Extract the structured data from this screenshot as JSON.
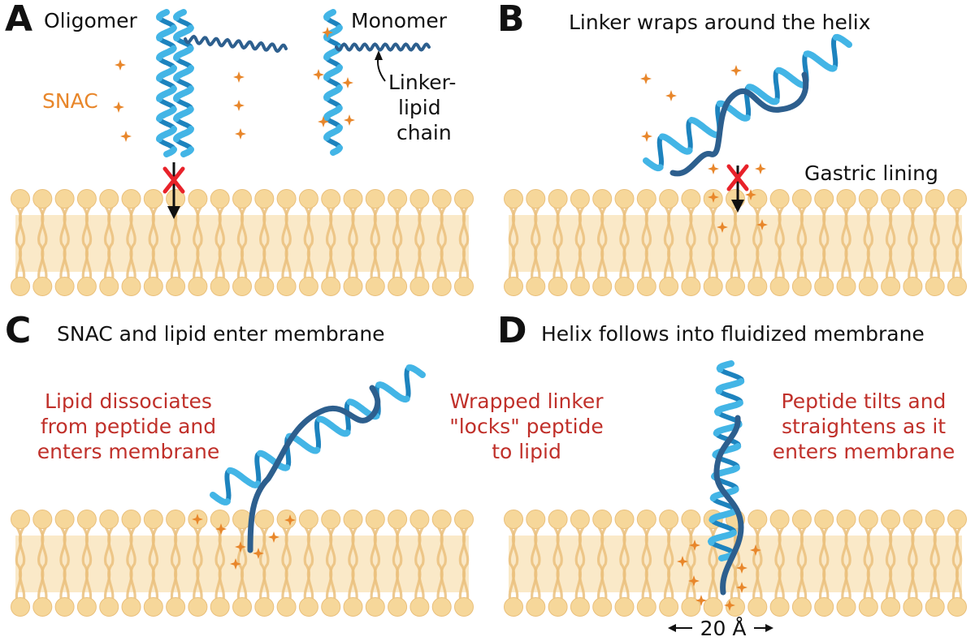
{
  "colors": {
    "membrane": "#F6D79A",
    "membrane_dark": "#EAC07C",
    "helix": "#43B5E6",
    "helix_dark": "#1D83BE",
    "linker": "#2D5F8E",
    "snac": "#E8862A",
    "red_text": "#C0302A",
    "block_x": "#E8222A"
  },
  "icons": [
    "snac-molecule",
    "helix",
    "lipid-bilayer",
    "blocked-arrow",
    "red-x"
  ],
  "panels": {
    "A": {
      "letter": "A",
      "oligomer": "Oligomer",
      "monomer": "Monomer",
      "snac": "SNAC",
      "linker_line1": "Linker-",
      "linker_line2": "lipid",
      "linker_line3": "chain"
    },
    "B": {
      "letter": "B",
      "title": "Linker wraps around the helix",
      "gastric": "Gastric lining"
    },
    "C": {
      "letter": "C",
      "title": "SNAC and lipid enter membrane",
      "note_line1": "Lipid dissociates",
      "note_line2": "from peptide and",
      "note_line3": "enters membrane"
    },
    "D": {
      "letter": "D",
      "title": "Helix follows into fluidized membrane",
      "left_line1": "Wrapped linker",
      "left_line2": "\"locks\" peptide",
      "left_line3": "to lipid",
      "right_line1": "Peptide tilts and",
      "right_line2": "straightens as it",
      "right_line3": "enters membrane",
      "scale": "20 Å"
    }
  }
}
